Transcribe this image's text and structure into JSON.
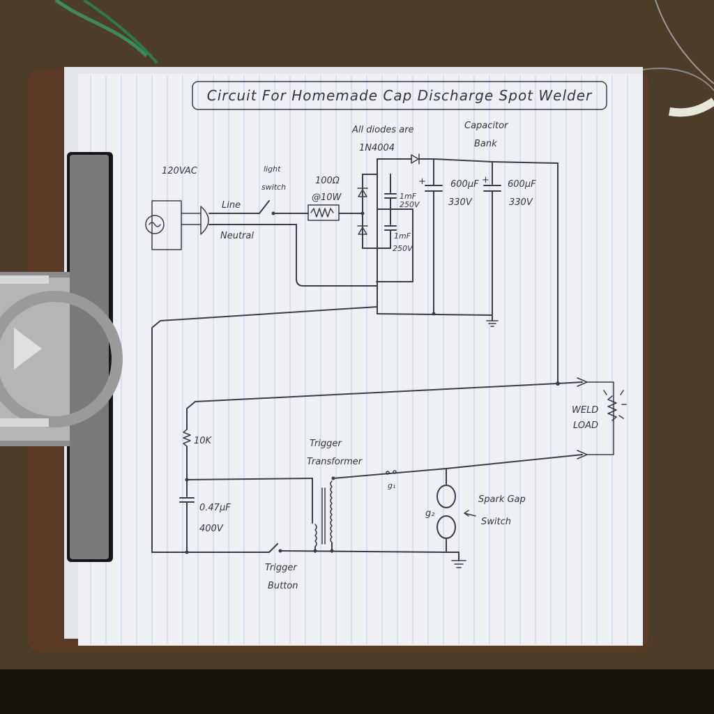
{
  "diagram": {
    "title": "Circuit For Homemade Cap Discharge Spot Welder",
    "labels": {
      "source": "120VAC",
      "line": "Line",
      "neutral": "Neutral",
      "switch_top": "light",
      "switch_bottom": "switch",
      "resistor_top": "100Ω",
      "resistor_bottom": "@10W",
      "diodes_top": "All diodes are",
      "diodes_bottom": "1N4004",
      "cap1_top": "1mF",
      "cap1_bottom": "250V",
      "cap2_top": "1mF",
      "cap2_bottom": "250V",
      "bank_top": "Capacitor",
      "bank_bottom": "Bank",
      "bankcap1_top": "600μF",
      "bankcap1_bottom": "330V",
      "bankcap2_top": "600μF",
      "bankcap2_bottom": "330V",
      "plus1": "+",
      "plus2": "+",
      "weld_top": "WELD",
      "weld_bottom": "LOAD",
      "res_10k": "10K",
      "cap_trigger_top": "0.47μF",
      "cap_trigger_bottom": "400V",
      "transformer_top": "Trigger",
      "transformer_bottom": "Transformer",
      "gap_g1": "g₁",
      "gap_g2": "g₂",
      "spark_top": "Spark Gap",
      "spark_bottom": "Switch",
      "button_top": "Trigger",
      "button_bottom": "Button"
    }
  }
}
